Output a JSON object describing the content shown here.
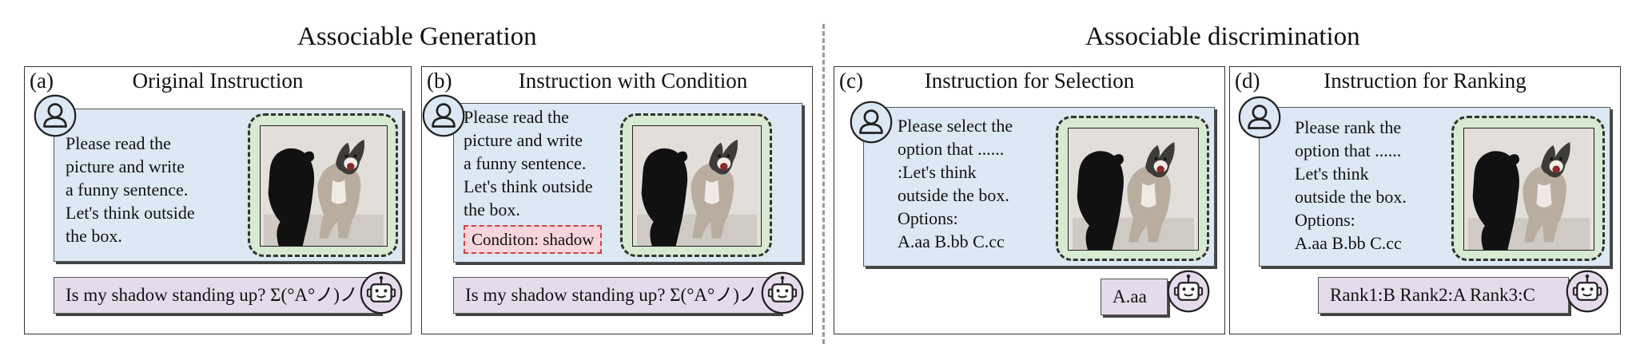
{
  "sections": {
    "generation_title": "Associable Generation",
    "discrimination_title": "Associable discrimination"
  },
  "panels": [
    {
      "label": "(a)",
      "title": "Original Instruction",
      "lines": [
        "Please read the",
        "picture and write",
        "a funny sentence.",
        "Let's think outside",
        "the box."
      ],
      "answer": "Is my shadow standing up? Σ(°A°ノ)ノ"
    },
    {
      "label": "(b)",
      "title": "Instruction with Condition",
      "lines": [
        "Please read the",
        "picture and write",
        "a funny sentence.",
        "Let's think outside",
        "the box."
      ],
      "condition": "Conditon: shadow",
      "answer": "Is my shadow standing up? Σ(°A°ノ)ノ"
    },
    {
      "label": "(c)",
      "title": "Instruction for Selection",
      "lines": [
        "Please select the",
        "option that ......",
        ":Let's think",
        "outside the box.",
        "Options:",
        "A.aa  B.bb C.cc"
      ],
      "answer": "A.aa"
    },
    {
      "label": "(d)",
      "title": "Instruction for Ranking",
      "lines": [
        "Please rank the",
        "option that ......",
        "Let's think",
        "outside the box.",
        "Options:",
        "A.aa  B.bb C.cc"
      ],
      "answer": "Rank1:B  Rank2:A  Rank3:C"
    }
  ],
  "icons": {
    "user": "user-icon",
    "bot": "robot-icon"
  },
  "colors": {
    "bubble": "#dce8f4",
    "image_frame": "#d8ead2",
    "answer": "#e6dbec",
    "condition": "#f8d4dc"
  }
}
